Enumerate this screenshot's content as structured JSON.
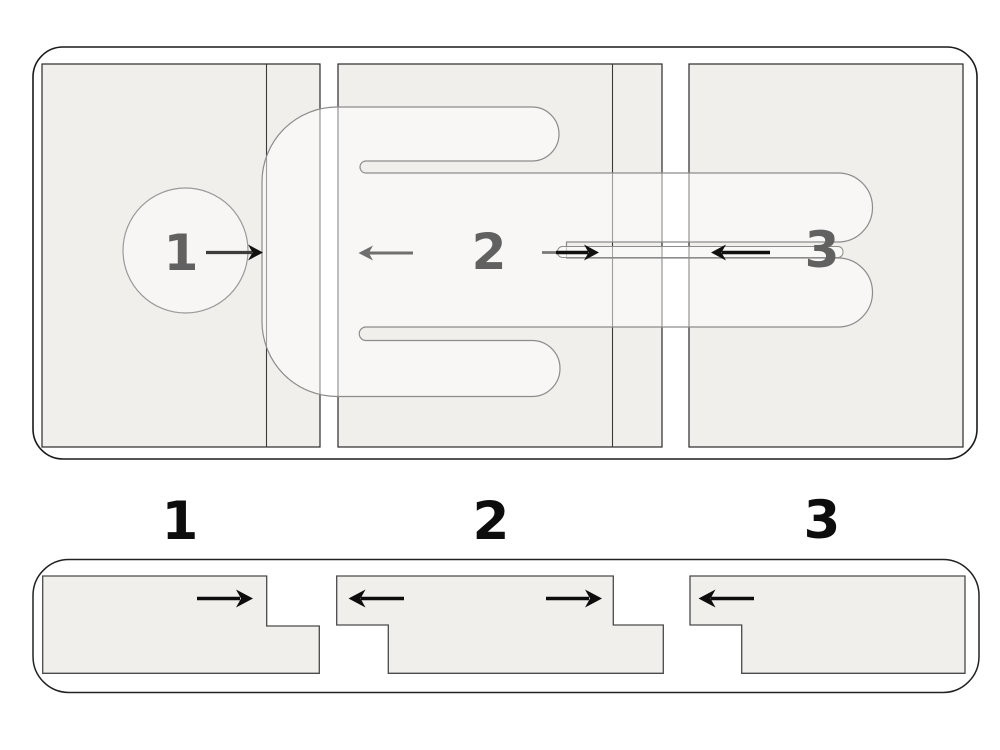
{
  "top_diagram": {
    "description_role": "swaddle wrap layout with fold direction arrows",
    "steps": [
      {
        "number": "1",
        "arrow_directions": [
          "right"
        ]
      },
      {
        "number": "2",
        "arrow_directions": [
          "left",
          "right"
        ]
      },
      {
        "number": "3",
        "arrow_directions": [
          "left"
        ]
      }
    ]
  },
  "bottom_diagram": {
    "description_role": "flat fold pieces with direction arrows",
    "steps": [
      {
        "number": "1",
        "arrow_directions": [
          "right"
        ]
      },
      {
        "number": "2",
        "arrow_directions": [
          "left",
          "right"
        ]
      },
      {
        "number": "3",
        "arrow_directions": [
          "left"
        ]
      }
    ]
  },
  "colors": {
    "background": "#ffffff",
    "panel_fill": "#f0efec",
    "panel_border": "#2a2a2a",
    "container_border": "#1a1a1a",
    "piece_border": "#4a4a4a",
    "overlay_stroke": "#8c8c8c",
    "gray_label": "#616161",
    "gray_arrow": "#6f6f6f",
    "black_arrow": "#111111",
    "black_label": "#0d0d0d"
  }
}
